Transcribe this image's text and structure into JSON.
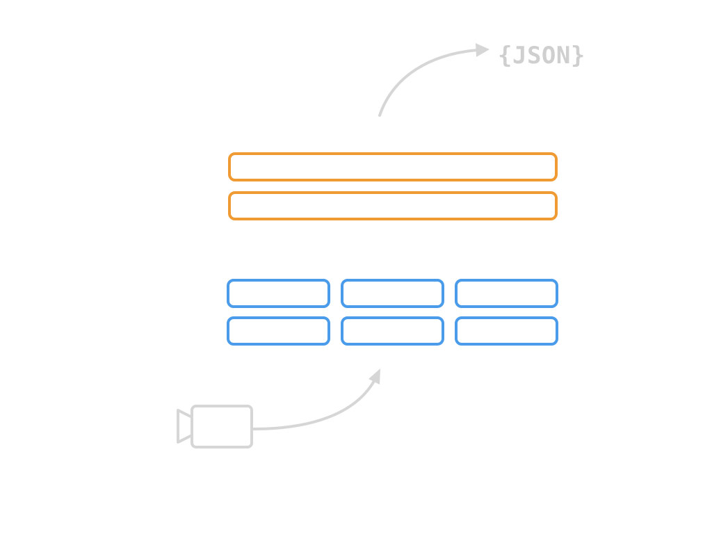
{
  "diagram": {
    "json_label": "{JSON}",
    "colors": {
      "header_rows": "#F09A33",
      "grid_cells": "#4A9BEA",
      "connectors": "#D6D6D6",
      "label": "#CFCFCF"
    },
    "header_rows": [
      {
        "id": "row-1"
      },
      {
        "id": "row-2"
      }
    ],
    "grid": {
      "rows": 2,
      "columns": 3
    },
    "icons": {
      "camera": "video-camera-icon",
      "arrow_to_json": "arrow-to-json-icon",
      "arrow_from_camera": "arrow-from-camera-icon"
    }
  }
}
